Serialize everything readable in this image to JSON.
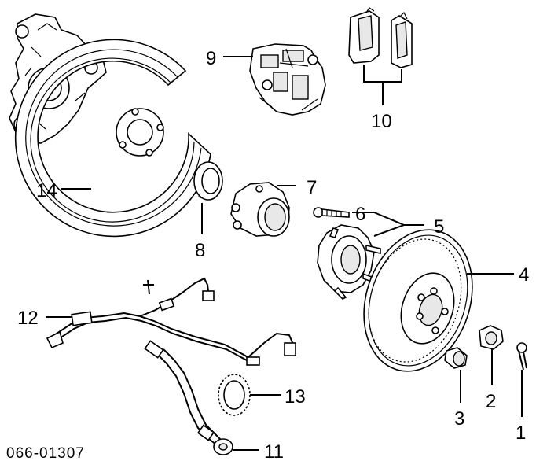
{
  "diagram": {
    "callouts": [
      "1",
      "2",
      "3",
      "4",
      "5",
      "6",
      "7",
      "8",
      "9",
      "10",
      "11",
      "12",
      "13",
      "14"
    ],
    "catalog_code": "066-01307"
  },
  "parts": [
    {
      "ref": "1",
      "icon": "cotter-pin-icon"
    },
    {
      "ref": "2",
      "icon": "hub-nut-icon"
    },
    {
      "ref": "3",
      "icon": "grease-cap-icon"
    },
    {
      "ref": "4",
      "icon": "brake-rotor-icon"
    },
    {
      "ref": "5",
      "icon": "hub-assembly-icon"
    },
    {
      "ref": "6",
      "icon": "wheel-stud-icon"
    },
    {
      "ref": "7",
      "icon": "wheel-bearing-icon"
    },
    {
      "ref": "8",
      "icon": "seal-ring-icon"
    },
    {
      "ref": "9",
      "icon": "brake-caliper-icon"
    },
    {
      "ref": "10",
      "icon": "brake-pads-icon"
    },
    {
      "ref": "11",
      "icon": "brake-hose-icon"
    },
    {
      "ref": "12",
      "icon": "abs-sensor-wiring-icon"
    },
    {
      "ref": "13",
      "icon": "abs-tone-ring-icon"
    },
    {
      "ref": "14",
      "icon": "dust-shield-icon"
    }
  ]
}
